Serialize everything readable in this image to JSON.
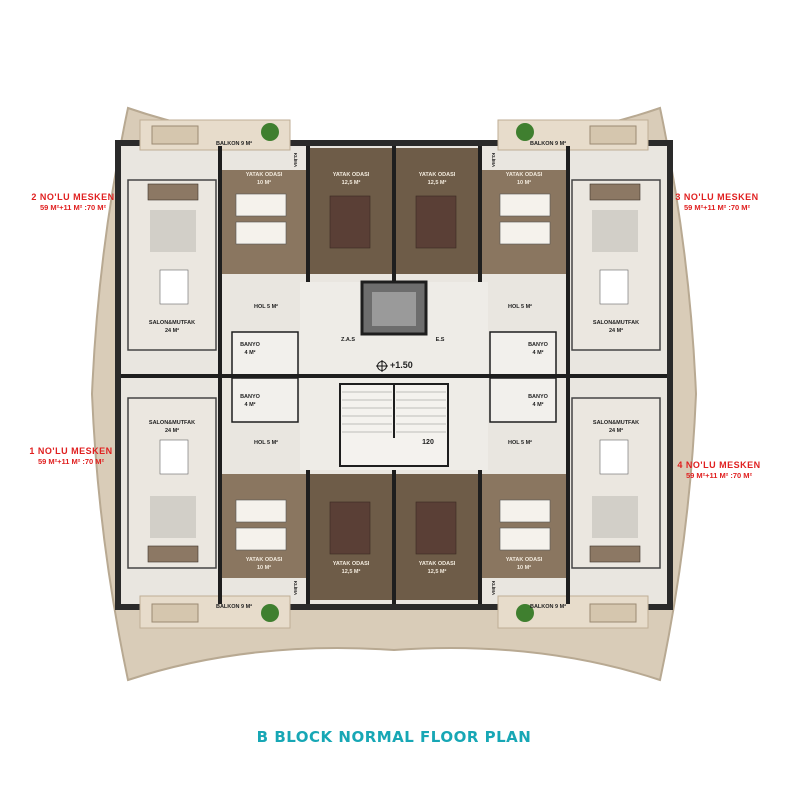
{
  "title": "B BLOCK NORMAL FLOOR PLAN",
  "colors": {
    "title": "#17a7b5",
    "unit_label": "#e02020",
    "wall": "#1e1e1e",
    "terrace": "#d8cbb8",
    "bedroom_floor": "#7a6650",
    "wood_floor": "#b39c82",
    "stone_floor": "#e8e6e1"
  },
  "units": [
    {
      "name": "2 NO'LU  MESKEN",
      "area": "59 M²+11 M² :70 M²"
    },
    {
      "name": "3 NO'LU  MESKEN",
      "area": "59 M²+11 M² :70 M²"
    },
    {
      "name": "1 NO'LU  MESKEN",
      "area": "59 M²+11 M² :70 M²"
    },
    {
      "name": "4 NO'LU  MESKEN",
      "area": "59 M²+11 M² :70 M²"
    }
  ],
  "rooms": {
    "balkon": "BALKON 9 M²",
    "yatak_large": "YATAK ODASI",
    "yatak_large_area": "12,5 M²",
    "yatak_small": "YATAK ODASI",
    "yatak_small_area": "10 M²",
    "salon": "SALON&MUTFAK",
    "salon_area": "24 M²",
    "hol": "HOL 5 M²",
    "banyo": "BANYO",
    "banyo_area": "4 M²",
    "klima": "KLİMA",
    "level": "+1.50",
    "stair_width": "120",
    "shaft_left": "Z.A.S",
    "shaft_right": "E.S"
  }
}
